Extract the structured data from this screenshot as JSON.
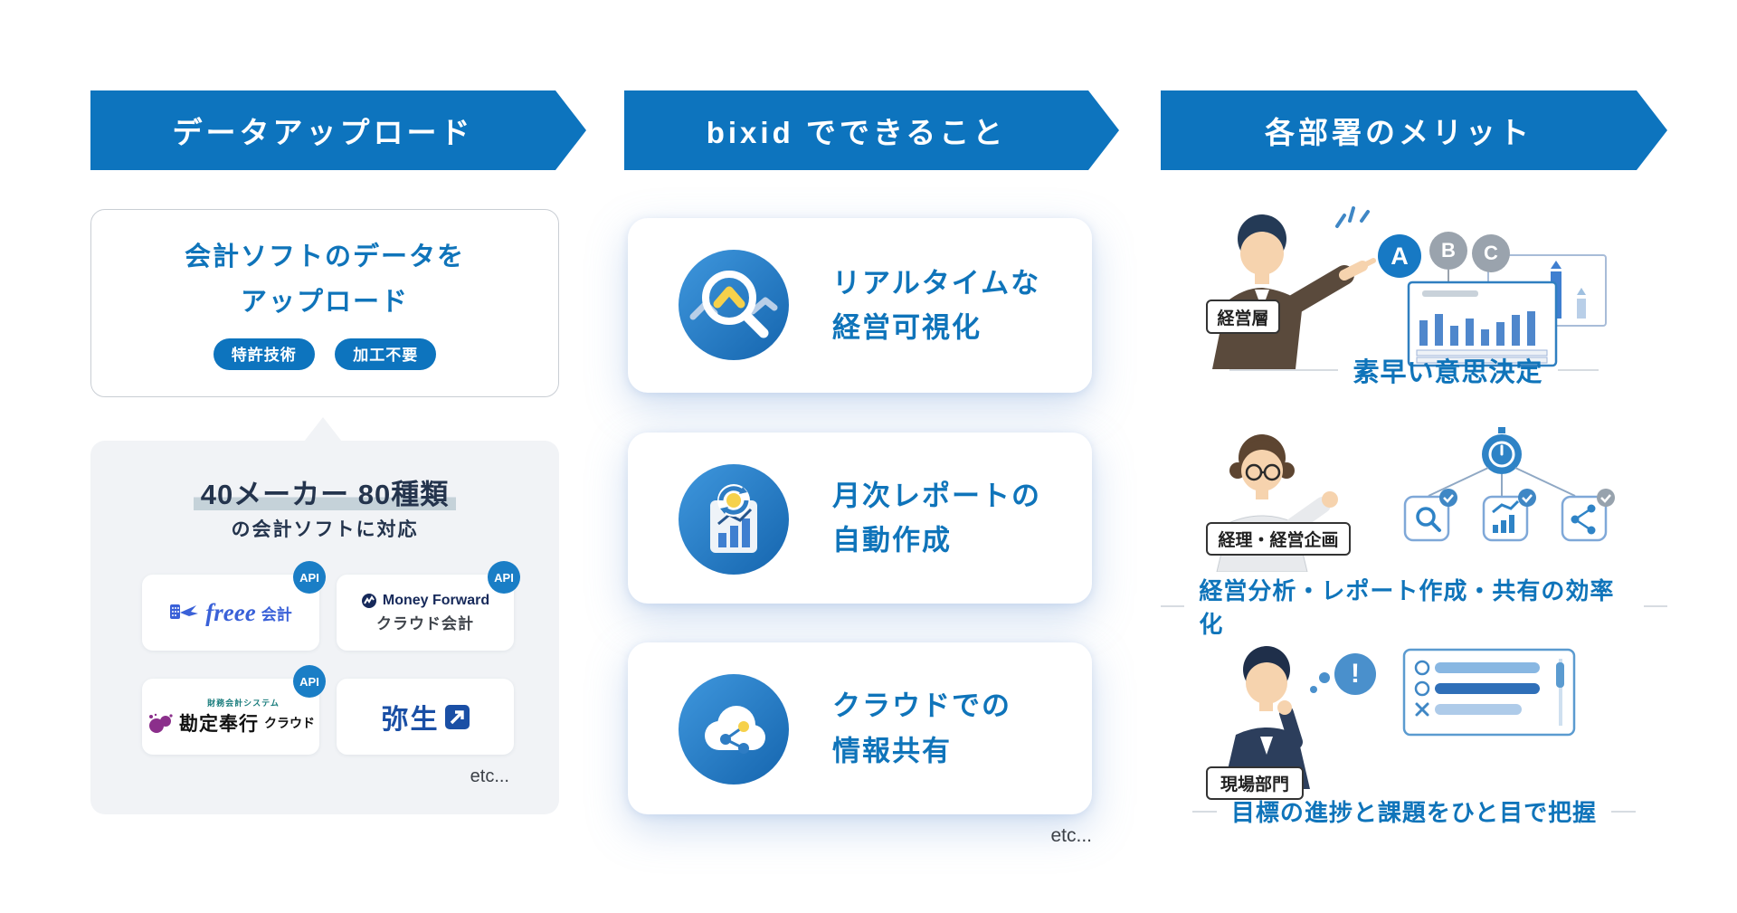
{
  "colors": {
    "banner_blue": "#0d74be",
    "text_blue": "#0f74ba",
    "navy": "#24344d",
    "panel_gray": "#f1f3f6",
    "api_blue": "#1a7ec6",
    "highlight": "#c5d2d9"
  },
  "icons": {
    "feature1": "magnifier-chart-icon",
    "feature2": "report-refresh-icon",
    "feature3": "cloud-share-icon",
    "merit2_top": "stopwatch-icon",
    "merit2_boxes": [
      "search-icon",
      "chart-icon",
      "share-icon"
    ]
  },
  "upload": {
    "banner": "データアップロード",
    "card": {
      "title_line1": "会計ソフトのデータを",
      "title_line2": "アップロード",
      "badge1": "特許技術",
      "badge2": "加工不要"
    },
    "support": {
      "headline": "40メーカー 80種類",
      "subline": "の会計ソフトに対応",
      "api_label": "API",
      "vendors": {
        "freee": {
          "name": "freee",
          "suffix": "会計"
        },
        "money_forward": {
          "line1": "Money Forward",
          "line2": "クラウド会計"
        },
        "bugyo": {
          "small": "財務会計システム",
          "main": "勘定奉行",
          "suffix": "クラウド"
        },
        "yayoi": {
          "main": "弥生"
        }
      },
      "etc": "etc..."
    }
  },
  "features": {
    "banner": "bixid でできること",
    "cards": [
      {
        "line1": "リアルタイムな",
        "line2": "経営可視化"
      },
      {
        "line1": "月次レポートの",
        "line2": "自動作成"
      },
      {
        "line1": "クラウドでの",
        "line2": "情報共有"
      }
    ],
    "etc": "etc..."
  },
  "merits": {
    "banner": "各部署のメリット",
    "sections": [
      {
        "role": "経営層",
        "caption": "素早い意思決定",
        "a": "A",
        "b": "B",
        "c": "C"
      },
      {
        "role": "経理・経営企画",
        "caption": "経営分析・レポート作成・共有の効率化"
      },
      {
        "role": "現場部門",
        "caption": "目標の進捗と課題をひと目で把握",
        "mark": "!"
      }
    ]
  }
}
